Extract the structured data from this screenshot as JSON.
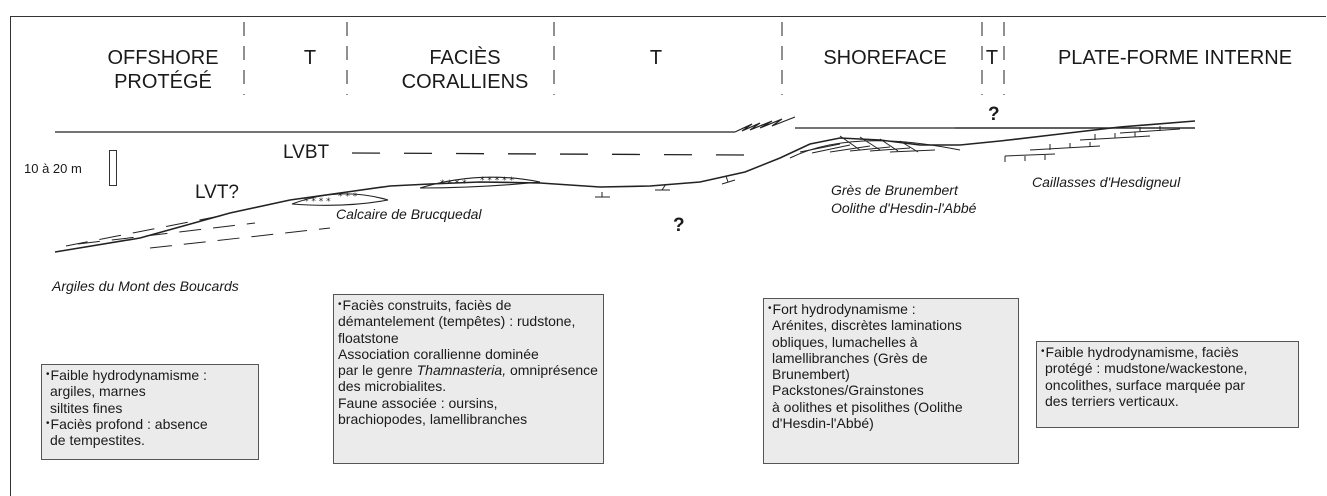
{
  "header": {
    "zones": [
      "OFFSHORE",
      "PROTÉGÉ",
      "T",
      "FACIÈS",
      "CORALLIENS",
      "T",
      "SHOREFACE",
      "T",
      "PLATE-FORME INTERNE"
    ]
  },
  "labels": {
    "scale": "10 à 20 m",
    "lvbt": "LVBT",
    "lvt": "LVT?",
    "question": "?",
    "calcaire": "Calcaire de Brucquedal",
    "gres": "Grès de Brunembert",
    "oolithe": "Oolithe d'Hesdin-l'Abbé",
    "caillasses": "Caillasses d'Hesdigneul",
    "argiles": "Argiles du Mont des Boucards"
  },
  "boxes": {
    "offshore": {
      "lines": [
        "Faible hydrodynamisme :",
        "argiles, marnes",
        "siltites fines",
        "Faciès profond : absence",
        "de tempestites."
      ]
    },
    "coralliens": {
      "lines": [
        "Faciès construits, faciès de",
        "démantelement (tempêtes) : rudstone,",
        "floatstone",
        "Association corallienne dominée",
        "par le genre ",
        "Thamnasteria,",
        " omniprésence",
        "des microbialites.",
        "Faune associée : oursins,",
        "brachiopodes, lamellibranches"
      ]
    },
    "shoreface": {
      "lines": [
        "Fort hydrodynamisme :",
        "Arénites, discrètes laminations",
        "obliques, lumachelles à",
        "lamellibranches (Grès de",
        "Brunembert)",
        "Packstones/Grainstones",
        "à oolithes et pisolithes (Oolithe",
        "d'Hesdin-l'Abbé)"
      ]
    },
    "interne": {
      "lines": [
        "Faible hydrodynamisme, faciès",
        "protégé : mudstone/wackestone,",
        "oncolithes, surface marquée par",
        "des terriers verticaux."
      ]
    }
  },
  "colors": {
    "line": "#222222",
    "box_fill": "#ebebeb",
    "box_border": "#555555"
  }
}
